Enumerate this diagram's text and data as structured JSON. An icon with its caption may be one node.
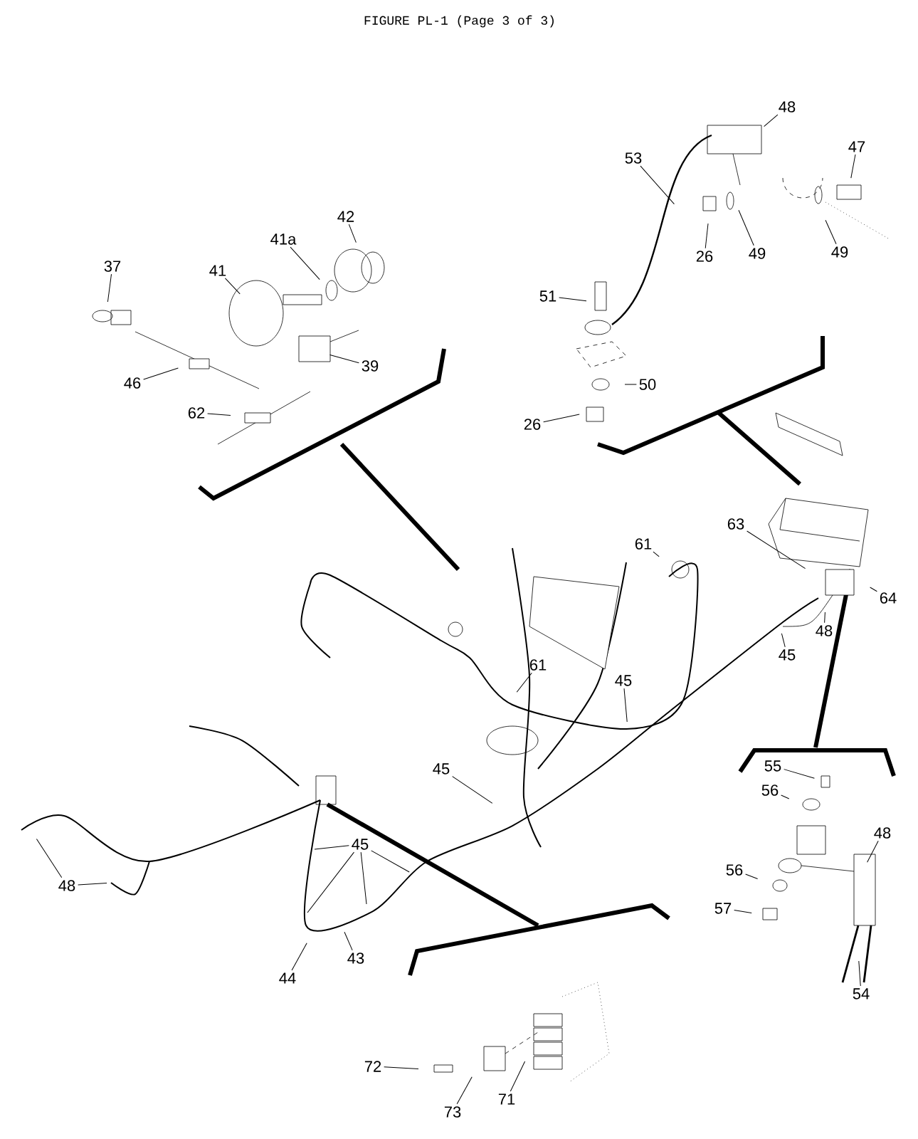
{
  "diagram": {
    "title": "FIGURE PL-1 (Page 3 of 3)",
    "nodes": [
      {
        "text": [
          "48"
        ]
      },
      {
        "text": [
          "47"
        ]
      },
      {
        "text": [
          "53"
        ]
      },
      {
        "text": [
          "42"
        ]
      },
      {
        "text": [
          "41a"
        ]
      },
      {
        "text": [
          "37"
        ]
      },
      {
        "text": [
          "41"
        ]
      },
      {
        "text": [
          "26"
        ]
      },
      {
        "text": [
          "49"
        ]
      },
      {
        "text": [
          "49"
        ]
      },
      {
        "text": [
          "51"
        ]
      },
      {
        "text": [
          "46"
        ]
      },
      {
        "text": [
          "39"
        ]
      },
      {
        "text": [
          "50"
        ]
      },
      {
        "text": [
          "62"
        ]
      },
      {
        "text": [
          "26"
        ]
      },
      {
        "text": [
          "63"
        ]
      },
      {
        "text": [
          "61"
        ]
      },
      {
        "text": [
          "64"
        ]
      },
      {
        "text": [
          "48"
        ]
      },
      {
        "text": [
          "61"
        ]
      },
      {
        "text": [
          "45"
        ]
      },
      {
        "text": [
          "45"
        ]
      },
      {
        "text": [
          "55"
        ]
      },
      {
        "text": [
          "56"
        ]
      },
      {
        "text": [
          "45"
        ]
      },
      {
        "text": [
          "48"
        ]
      },
      {
        "text": [
          "48"
        ]
      },
      {
        "text": [
          "45"
        ]
      },
      {
        "text": [
          "56"
        ]
      },
      {
        "text": [
          "57"
        ]
      },
      {
        "text": [
          "44"
        ]
      },
      {
        "text": [
          "43"
        ]
      },
      {
        "text": [
          "54"
        ]
      },
      {
        "text": [
          "72"
        ]
      },
      {
        "text": [
          "73"
        ]
      },
      {
        "text": [
          "71"
        ]
      }
    ],
    "edges": [
      {
        "from": 0,
        "to": null,
        "arrow": "none"
      },
      {
        "from": 1,
        "to": null,
        "arrow": "none"
      },
      {
        "from": 2,
        "to": null,
        "arrow": "none"
      },
      {
        "from": 3,
        "to": null,
        "arrow": "none"
      },
      {
        "from": 4,
        "to": null,
        "arrow": "none"
      },
      {
        "from": 5,
        "to": null,
        "arrow": "none"
      },
      {
        "from": 6,
        "to": null,
        "arrow": "none"
      },
      {
        "from": 7,
        "to": null,
        "arrow": "none"
      },
      {
        "from": 8,
        "to": null,
        "arrow": "none"
      },
      {
        "from": 9,
        "to": null,
        "arrow": "none"
      },
      {
        "from": 10,
        "to": null,
        "arrow": "none"
      },
      {
        "from": 11,
        "to": null,
        "arrow": "none"
      },
      {
        "from": 12,
        "to": null,
        "arrow": "none"
      },
      {
        "from": 13,
        "to": null,
        "arrow": "none"
      },
      {
        "from": 14,
        "to": null,
        "arrow": "none"
      },
      {
        "from": 15,
        "to": null,
        "arrow": "none"
      },
      {
        "from": 16,
        "to": null,
        "arrow": "none"
      },
      {
        "from": 17,
        "to": null,
        "arrow": "none"
      },
      {
        "from": 18,
        "to": null,
        "arrow": "none"
      },
      {
        "from": 19,
        "to": null,
        "arrow": "none"
      },
      {
        "from": 20,
        "to": null,
        "arrow": "none"
      },
      {
        "from": 21,
        "to": null,
        "arrow": "none"
      },
      {
        "from": 22,
        "to": null,
        "arrow": "none"
      },
      {
        "from": 23,
        "to": null,
        "arrow": "none"
      },
      {
        "from": 24,
        "to": null,
        "arrow": "none"
      },
      {
        "from": 25,
        "to": null,
        "arrow": "none"
      },
      {
        "from": 26,
        "to": null,
        "arrow": "none"
      },
      {
        "from": 27,
        "to": null,
        "arrow": "none"
      },
      {
        "from": 27,
        "to": null,
        "arrow": "none"
      },
      {
        "from": 28,
        "to": null,
        "arrow": "none"
      },
      {
        "from": 28,
        "to": null,
        "arrow": "none"
      },
      {
        "from": 28,
        "to": null,
        "arrow": "none"
      },
      {
        "from": 28,
        "to": null,
        "arrow": "none"
      },
      {
        "from": 29,
        "to": null,
        "arrow": "none"
      },
      {
        "from": 30,
        "to": null,
        "arrow": "none"
      },
      {
        "from": 31,
        "to": null,
        "arrow": "none"
      },
      {
        "from": 32,
        "to": null,
        "arrow": "none"
      },
      {
        "from": 33,
        "to": null,
        "arrow": "none"
      },
      {
        "from": 34,
        "to": null,
        "arrow": "none"
      },
      {
        "from": 35,
        "to": null,
        "arrow": "none"
      },
      {
        "from": 36,
        "to": null,
        "arrow": "none"
      }
    ]
  }
}
